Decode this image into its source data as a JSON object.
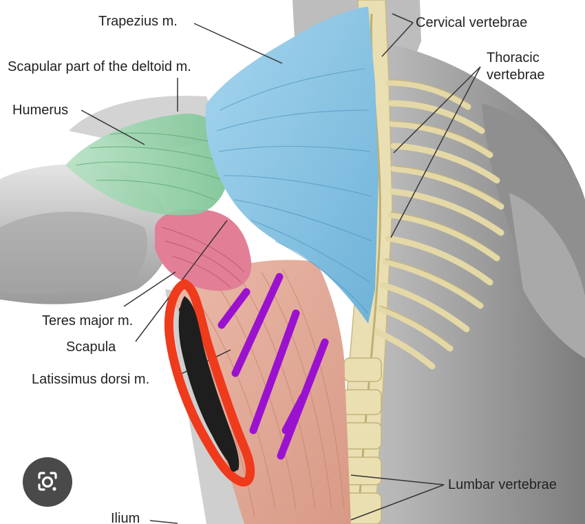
{
  "labels": {
    "trapezius": "Trapezius m.",
    "deltoid": "Scapular part of the deltoid m.",
    "humerus": "Humerus",
    "teres_major": "Teres major m.",
    "scapula": "Scapula",
    "latissimus": "Latissimus dorsi m.",
    "ilium": "Ilium",
    "cervical": "Cervical vertebrae",
    "thoracic_line1": "Thoracic",
    "thoracic_line2": "vertebrae",
    "lumbar": "Lumbar vertebrae"
  },
  "colors": {
    "trapezius": "#8cc4e2",
    "deltoid": "#8fcda2",
    "teres_major": "#e27f97",
    "latissimus": "#e8aa98",
    "spine": "#e6dcae",
    "skin_gray": "#c9c9c9",
    "annotation_purple": "#9a12cf",
    "annotation_red": "#ef3a1c",
    "annotation_black": "#1e1e1e"
  },
  "lens_button": {
    "icon": "google-lens-icon"
  }
}
